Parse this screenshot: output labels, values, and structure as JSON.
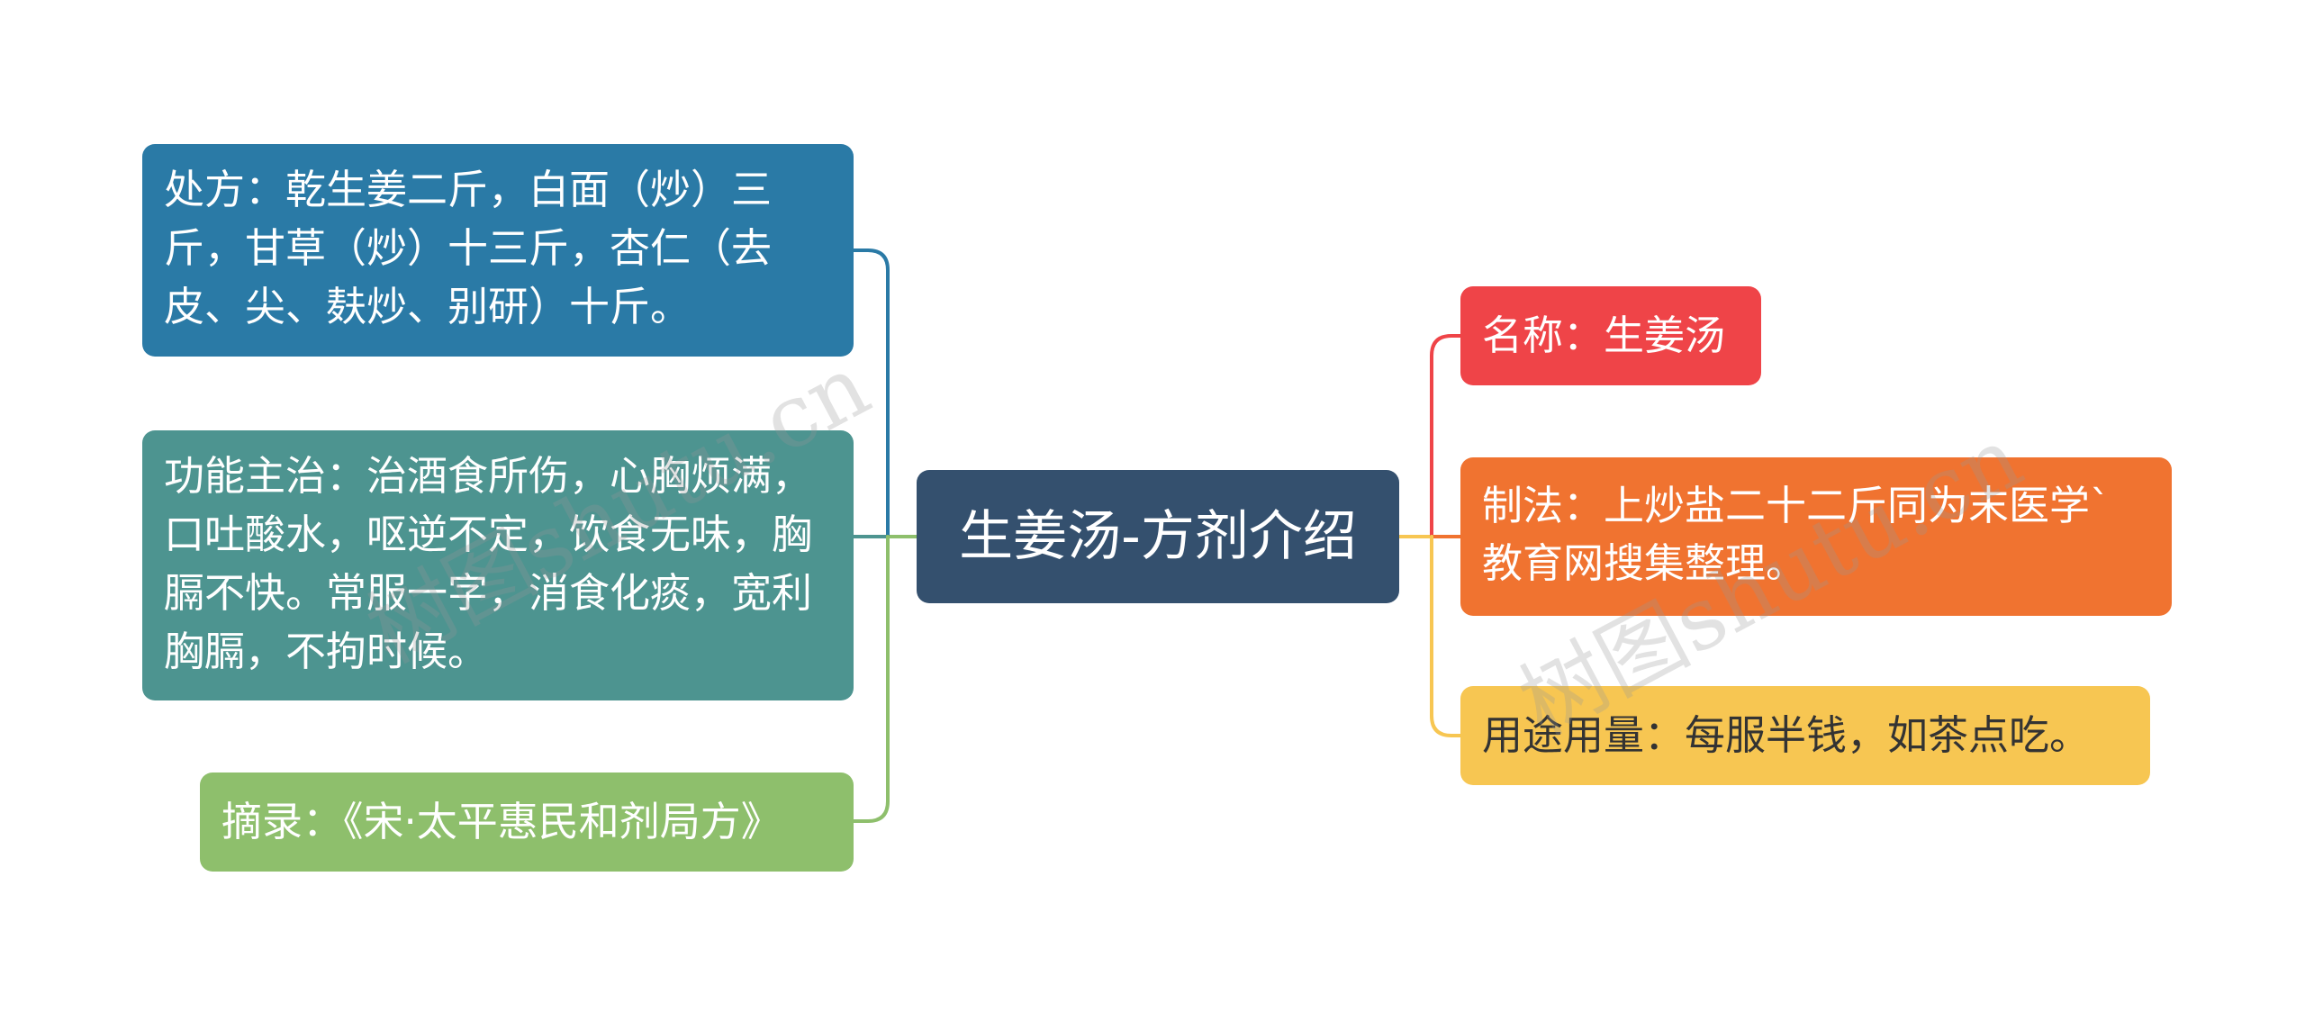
{
  "center": {
    "label": "生姜汤-方剂介绍",
    "color": "#34506e"
  },
  "left_nodes": [
    {
      "id": "chufang",
      "label": "处方：乾生姜二斤，白面（炒）三斤，甘草（炒）十三斤，杏仁（去皮、尖、麸炒、别研）十斤。",
      "color": "#2a7aa6"
    },
    {
      "id": "gongneng",
      "label": "功能主治：治酒食所伤，心胸烦满，口吐酸水，呕逆不定，饮食无味，胸膈不快。常服一字，消食化痰，宽利胸膈，不拘时候。",
      "color": "#4d9490"
    },
    {
      "id": "zhailu",
      "label": "摘录：《宋·太平惠民和剂局方》",
      "color": "#8ebf6c"
    }
  ],
  "right_nodes": [
    {
      "id": "mingcheng",
      "label": "名称：生姜汤",
      "color": "#ef4448"
    },
    {
      "id": "zhifa",
      "label": "制法：上炒盐二十二斤同为末医学`教育网搜集整理。",
      "color": "#f07330"
    },
    {
      "id": "yongtu",
      "label": "用途用量：每服半钱，如茶点吃。",
      "color": "#f7c652"
    }
  ],
  "watermark": "树图shutu.cn"
}
